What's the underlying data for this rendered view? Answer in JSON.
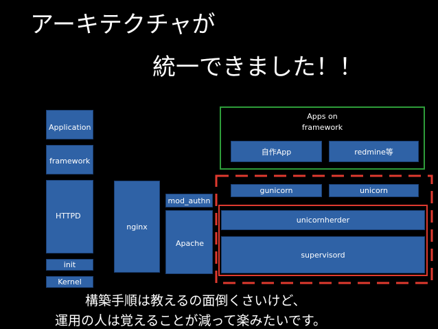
{
  "title": {
    "line1": "アーキテクチャが",
    "line2": "統一できました！！"
  },
  "left_stack": {
    "application": "Application",
    "framework": "framework",
    "httpd": "HTTPD",
    "init": "init",
    "kernel": "Kernel"
  },
  "nginx": "nginx",
  "mod_authn": "mod_authn",
  "apache": "Apache",
  "apps_frame": {
    "label_line1": "Apps on",
    "label_line2": "framework",
    "app1": "自作App",
    "app2": "redmine等"
  },
  "servers": {
    "gunicorn": "gunicorn",
    "unicorn": "unicorn",
    "unicornherder": "unicornherder",
    "supervisord": "supervisord"
  },
  "footer": {
    "line1": "構築手順は教えるの面倒くさいけど、",
    "line2": "運用の人は覚えることが減って楽みたいです。"
  },
  "colors": {
    "box_fill": "#2f62a6",
    "green_frame": "#2e9e3a",
    "red_frame": "#e03a2f",
    "background": "#000000"
  }
}
